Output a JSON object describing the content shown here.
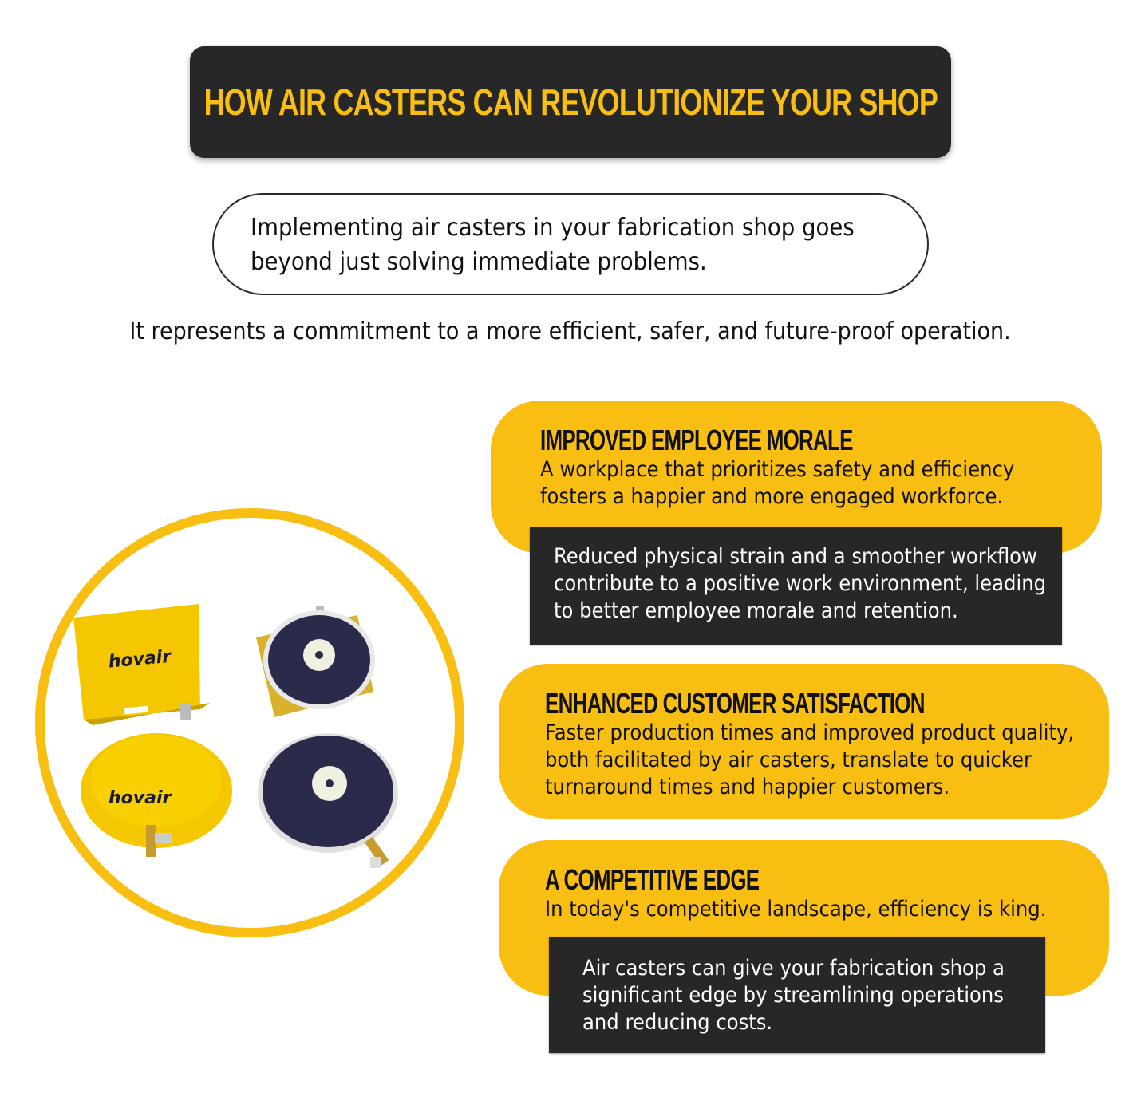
{
  "header": {
    "title": "How Air Casters Can Revolutionize Your Shop"
  },
  "intro": {
    "lines": [
      "Implementing air casters in your fabrication shop goes",
      "beyond just solving immediate problems."
    ]
  },
  "subline": "It represents a commitment to a more efficient, safer, and future-proof operation.",
  "image": {
    "alt": "Hovair air caster products",
    "brand_label": "hovair",
    "frame_color": "#F8BE12"
  },
  "benefits": [
    {
      "heading": "Improved Employee Morale",
      "lines": [
        "A workplace that prioritizes safety and efficiency",
        "fosters a happier and more engaged workforce."
      ],
      "detail_lines": [
        "Reduced physical strain and a smoother workflow",
        "contribute to a positive work environment, leading",
        "to better employee morale and retention."
      ]
    },
    {
      "heading": "Enhanced Customer Satisfaction",
      "lines": [
        "Faster production times and improved product quality,",
        "both facilitated by air casters, translate to quicker",
        "turnaround times and happier customers."
      ]
    },
    {
      "heading": "A Competitive Edge",
      "lines": [
        "In today's competitive landscape, efficiency is king."
      ],
      "detail_lines": [
        "Air casters can give your fabrication shop a",
        "significant edge by streamlining operations",
        "and reducing costs."
      ]
    }
  ],
  "colors": {
    "accent_yellow": "#F8BE12",
    "dark": "#272727",
    "text": "#111111",
    "background": "#FFFFFF"
  }
}
